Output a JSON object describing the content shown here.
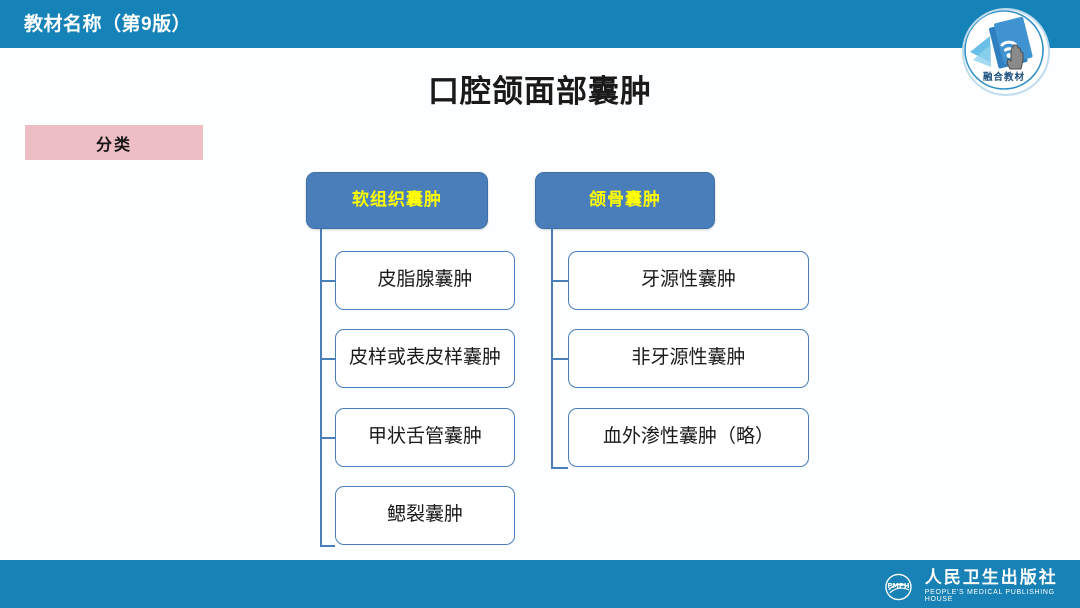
{
  "header": {
    "title": "教材名称（第9版）",
    "bar_color": "#1583b8",
    "badge": {
      "icon_name": "fusion-textbook-badge-icon",
      "label": "融合教材"
    }
  },
  "slide": {
    "title": "口腔颌面部囊肿",
    "section_label": "分类",
    "section_label_color": "#edbec3",
    "background": "#fdfeff"
  },
  "chart_data": {
    "type": "diagram",
    "title": "口腔颌面部囊肿 分类",
    "accent_color": "#4a7ebb",
    "head_text_color": "#ffff00",
    "branches": [
      {
        "head": "软组织囊肿",
        "children": [
          "皮脂腺囊肿",
          "皮样或表皮样囊肿",
          "甲状舌管囊肿",
          "鳃裂囊肿"
        ]
      },
      {
        "head": "颌骨囊肿",
        "children": [
          "牙源性囊肿",
          "非牙源性囊肿",
          "血外渗性囊肿（略）"
        ]
      }
    ]
  },
  "footer": {
    "bar_color": "#1881b5",
    "publisher_cn": "人民卫生出版社",
    "publisher_en": "PEOPLE'S MEDICAL PUBLISHING HOUSE",
    "logo_icon": "pmph-logo-icon"
  }
}
